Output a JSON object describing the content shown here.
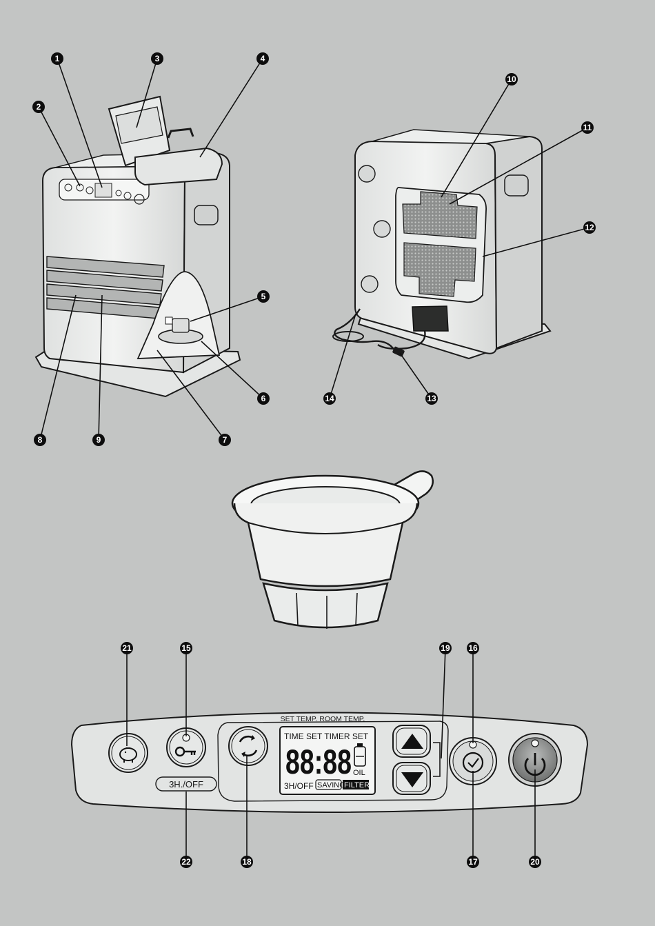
{
  "callouts": {
    "c1": "1",
    "c2": "2",
    "c3": "3",
    "c4": "4",
    "c5": "5",
    "c6": "6",
    "c7": "7",
    "c8": "8",
    "c9": "9",
    "c10": "10",
    "c11": "11",
    "c12": "12",
    "c13": "13",
    "c14": "14",
    "c15": "15",
    "c16": "16",
    "c17": "17",
    "c18": "18",
    "c19": "19",
    "c20": "20",
    "c21": "21",
    "c22": "22"
  },
  "panel": {
    "top_label": "SET TEMP.  ROOM TEMP.",
    "lcd_top": "TIME SET TIMER SET",
    "lcd_digits": "88:88",
    "lcd_oil": "OIL",
    "lcd_3h": "3H/OFF",
    "lcd_saving": "SAVING",
    "lcd_filter": "FILTER",
    "timer_label": "3H./OFF"
  },
  "icons": {
    "eco": "piggy-bank-icon",
    "lock": "key-icon",
    "mode": "circular-arrows-icon",
    "up": "triangle-up-icon",
    "down": "triangle-down-icon",
    "timer": "check-clock-icon",
    "power": "power-icon"
  },
  "colors": {
    "background": "#c3c5c4",
    "device_body": "#e9ebea",
    "panel": "#e2e4e3",
    "outline": "#1a1a1a"
  }
}
